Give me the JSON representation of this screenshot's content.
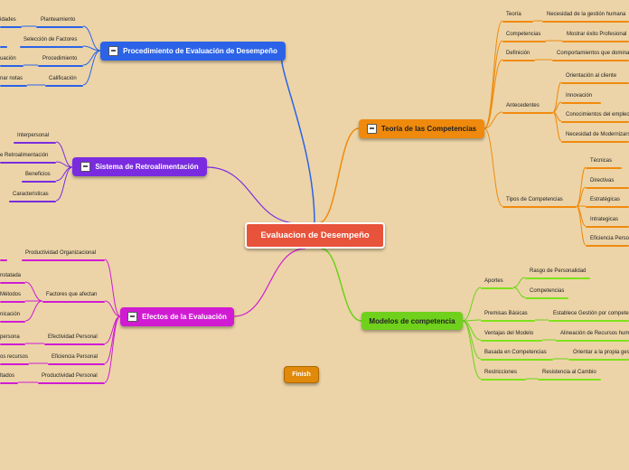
{
  "center": {
    "label": "Evaluacion de Desempeño"
  },
  "finish": {
    "label": "Finish"
  },
  "branches": {
    "procedimiento": {
      "label": "Procedimiento de Evaluación de Desempeño",
      "color": "#2b63e8",
      "icon": "calculator-icon",
      "items": [
        {
          "label": "Planteamiento",
          "child": "idades"
        },
        {
          "label": "Selección de Factores",
          "child": ""
        },
        {
          "label": "Procedimiento",
          "child": "uación"
        },
        {
          "label": "Calificación",
          "child": "nar notas"
        }
      ]
    },
    "retroalimentacion": {
      "label": "Sistema de Retroalimentación",
      "color": "#7a2be0",
      "icon": "chart-icon",
      "items": [
        {
          "label": "Interpersonal"
        },
        {
          "label": "e Retroalimentación"
        },
        {
          "label": "Beneficios"
        },
        {
          "label": "Caracteristicas"
        }
      ]
    },
    "efectos": {
      "label": "Efectos de la Evaluación",
      "color": "#d11bd3",
      "icon": "abacus-icon",
      "items": [
        {
          "label": "Productividad Organizacional"
        },
        {
          "label": "Factores que afectan",
          "children": [
            "nstatada",
            "Métodos",
            "nicación"
          ]
        },
        {
          "label": "Efectividad Personal",
          "child": "persona"
        },
        {
          "label": "Eficiencia Personal",
          "child": "os recursos"
        },
        {
          "label": "Productividad Personal",
          "child": "ltados"
        }
      ]
    },
    "teoria": {
      "label": "Teoría de las Competencias",
      "color": "#f08a0c",
      "icon": "chart-icon",
      "items": [
        {
          "label": "Teoría",
          "child": "Necesidad de la gestión humana"
        },
        {
          "label": "Competencias",
          "child": "Mostrar éxito Profesional"
        },
        {
          "label": "Definición",
          "child": "Comportamientos que domina"
        },
        {
          "label": "Antecedentes",
          "children": [
            "Orientación al cliente",
            "Innovación",
            "Conocimientos del empleo",
            "Necesidad de Modernizarse"
          ]
        },
        {
          "label": "Tipos de Competencias",
          "children": [
            "Técnicas",
            "Directivas",
            "Estratégicas",
            "Intrategicas",
            "Eficiencia Personal"
          ]
        }
      ]
    },
    "modelos": {
      "label": "Modelos de competencia",
      "color": "#6fd11c",
      "icon": "",
      "items": [
        {
          "label": "Aportes",
          "children": [
            "Rasgo de Personalidad",
            "Competencias"
          ]
        },
        {
          "label": "Premisas Básicas",
          "child": "Establece Gestión por competencias"
        },
        {
          "label": "Ventajas del Modelo",
          "child": "Alineación de Recursos humanos"
        },
        {
          "label": "Basada en Competencias",
          "child": "Orientar a la propia gestión"
        },
        {
          "label": "Restricciones",
          "child": "Resistencia al Cambio"
        }
      ]
    }
  }
}
